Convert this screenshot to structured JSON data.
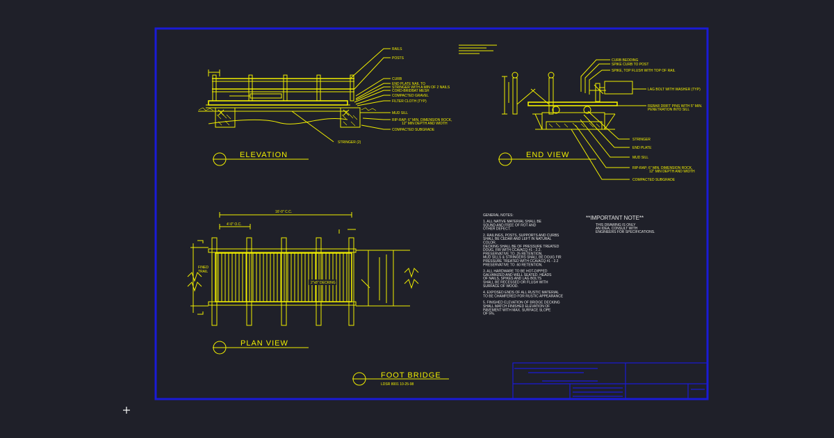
{
  "colors": {
    "background": "#1f2029",
    "line": "#f2ef00",
    "border": "#1a1ad6",
    "note": "#e6e6e6"
  },
  "elevation": {
    "title": "ELEVATION",
    "callouts": [
      "RAILS",
      "POSTS",
      "CURB",
      "END PLATE NAIL TO",
      "STRINGER WITH A MIN OF 2 NAILS",
      "CORD-BRIDBAT MESH",
      "COMPACTED GRAVEL",
      "FILTER CLOTH (TYP)",
      "MUD SILL",
      "RIP-RAP; 6\" MIN. DIMENSION ROCK,",
      "12\" MIN DEPTH AND WIDTH",
      "COMPACTED SUBGRADE"
    ],
    "stringer_label": "STRINGER (2)"
  },
  "end_view": {
    "title": "END VIEW",
    "top_callouts": [
      "CURB BEDDING",
      "SPIKE CURB TO POST",
      "SPIKE, TOP FLUSH WITH TOP OF RAIL"
    ],
    "lag_bolt": "LAG BOLT WITH WASHER (TYP)",
    "rebar": [
      "REBAR DRIFT PINS WITH 5\" MIN.",
      "PENETRATION INTO SILL"
    ],
    "bottom_callouts": [
      "STRINGER",
      "END PLATE",
      "MUD SILL",
      "RIP-RAP; 6\" MIN. DIMENSION ROCK,",
      "12\" MIN DEPTH AND WIDTH",
      "COMPACTED SUBGRADE"
    ]
  },
  "plan_view": {
    "title": "PLAN VIEW",
    "top_dim": "16'-0\" C.C.",
    "post_dim": "4'-0\" O.C.",
    "decking": "2\"x8\" DECKING",
    "left_note": [
      "FINED",
      "TRAIL"
    ]
  },
  "general_notes": {
    "heading": "GENERAL NOTES:",
    "items": [
      [
        "1.  ALL NATIVE MATERIAL SHALL BE",
        "     SOUND AND FREE OF ROT AND",
        "     OTHER DEFECT."
      ],
      [
        "2.  RAILINGS, POSTS, SUPPORTS AND CURBS",
        "     SHALL BE CEDAR AND LEFT IN NATURAL",
        "     COLOR.",
        "     DECKING SHALL BE OF PRESSURE TREATED",
        "     DOUG. FIR WITH CCA/ACQ #1 - 2.2.",
        "     PRESERVATIVE TO .25 RETENTION.",
        "     MUD SILLS & STRINGERS SHALL BE DOUG FIR",
        "     PRESSURE TREATED WITH CCA/ACQ #1 - 2.2",
        "     PRESERVATIVE TO .60 RETENTION."
      ],
      [
        "3.  ALL HARDWARE TO BE HOT-DIPPED",
        "     GALVANIZED AND WELL SEATED.  HEADS",
        "     OF NAILS, SPIKES AND LAG BOLTS",
        "     SHALL BE RECESSED OR FLUSH WITH",
        "     SURFACE OF WOOD."
      ],
      [
        "4.  EXPOSED ENDS OF ALL RUSTIC MATERIAL",
        "     TO BE CHAMFERED FOR RUSTIC APPEARANCE"
      ],
      [
        "5.  FINISHED ELEVATION OF BRIDGE DECKING",
        "     SHALL MATCH FINISHED ELEVATION OF",
        "     PAVEMENT WITH MAX. SURFACE SLOPE",
        "     OF 5%."
      ]
    ]
  },
  "important_note": {
    "heading": "**IMPORTANT NOTE**",
    "lines": [
      "THIS DRAWING IS ONLY",
      "AN IDEA, CONSULT WITH",
      "ENGINEERS FOR SPECIFICATIONS."
    ]
  },
  "footer": {
    "title": "FOOT BRIDGE",
    "code": "LDSR 8001    10-25-98"
  },
  "cursor_icon": "crosshair-cursor-icon"
}
